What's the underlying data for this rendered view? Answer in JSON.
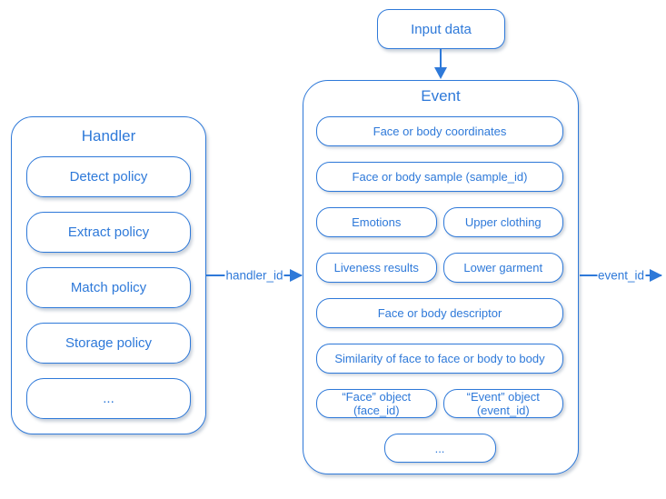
{
  "colors": {
    "accent_blue": "#2e79d9",
    "background": "#ffffff"
  },
  "input_node": {
    "label": "Input data"
  },
  "handler": {
    "title": "Handler",
    "items": [
      "Detect policy",
      "Extract policy",
      "Match policy",
      "Storage policy",
      "..."
    ]
  },
  "event": {
    "title": "Event",
    "rows": [
      {
        "label": "Face or body coordinates"
      },
      {
        "label": "Face or body sample (sample_id)"
      },
      {
        "left": "Emotions",
        "right": "Upper clothing"
      },
      {
        "left": "Liveness results",
        "right": "Lower garment"
      },
      {
        "label": "Face or body descriptor"
      },
      {
        "label": "Similarity of face to face or body to body"
      },
      {
        "left_line1": "“Face” object",
        "left_line2": "(face_id)",
        "right_line1": "“Event” object",
        "right_line2": "(event_id)"
      },
      {
        "label": "..."
      }
    ]
  },
  "arrows": {
    "handler_to_event_label": "handler_id",
    "event_output_label": "event_id"
  }
}
